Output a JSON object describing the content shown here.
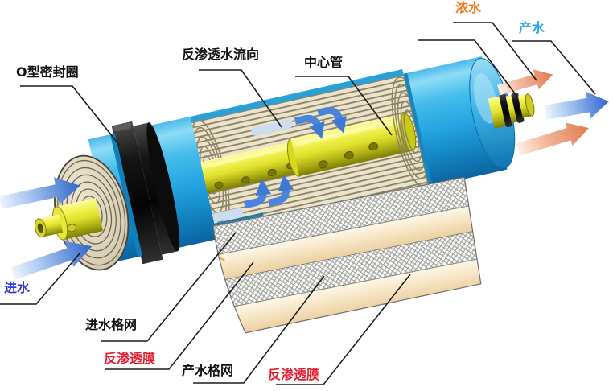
{
  "figure": {
    "description": "Cutaway diagram of a spiral-wound reverse-osmosis membrane element",
    "background": "#ffffff"
  },
  "labels": {
    "o_ring": {
      "text": "O型密封圈",
      "color": "#111111"
    },
    "flow_direction": {
      "text": "反渗透水流向",
      "color": "#111111"
    },
    "center_tube": {
      "text": "中心管",
      "color": "#111111"
    },
    "concentrate": {
      "text": "浓水",
      "color": "#f5791f"
    },
    "product": {
      "text": "产水",
      "color": "#29a3e8"
    },
    "feed": {
      "text": "进水",
      "color": "#2e3bd3"
    },
    "feed_mesh": {
      "text": "进水格网",
      "color": "#111111"
    },
    "ro_membrane_1": {
      "text": "反渗透膜",
      "color": "#e8192c"
    },
    "product_mesh": {
      "text": "产水格网",
      "color": "#111111"
    },
    "ro_membrane_2": {
      "text": "反渗透膜",
      "color": "#e8192c"
    }
  },
  "colors": {
    "housing_blue": "#29a8e4",
    "end_cap_blue": "#3db2e6",
    "tube_yellow": "#e0e02c",
    "seal_black": "#111111",
    "membrane_beige": "#ebe3cc",
    "membrane_line": "#8e8467",
    "mesh_gray": "#9b9b99",
    "tan_sheet": "#f6e4c3",
    "arrow_blue": "#2f66cd",
    "arrow_orange": "#df7a50",
    "flow_arrow_blue": "#4a84dc",
    "leader_line": "#1c1c1c"
  }
}
